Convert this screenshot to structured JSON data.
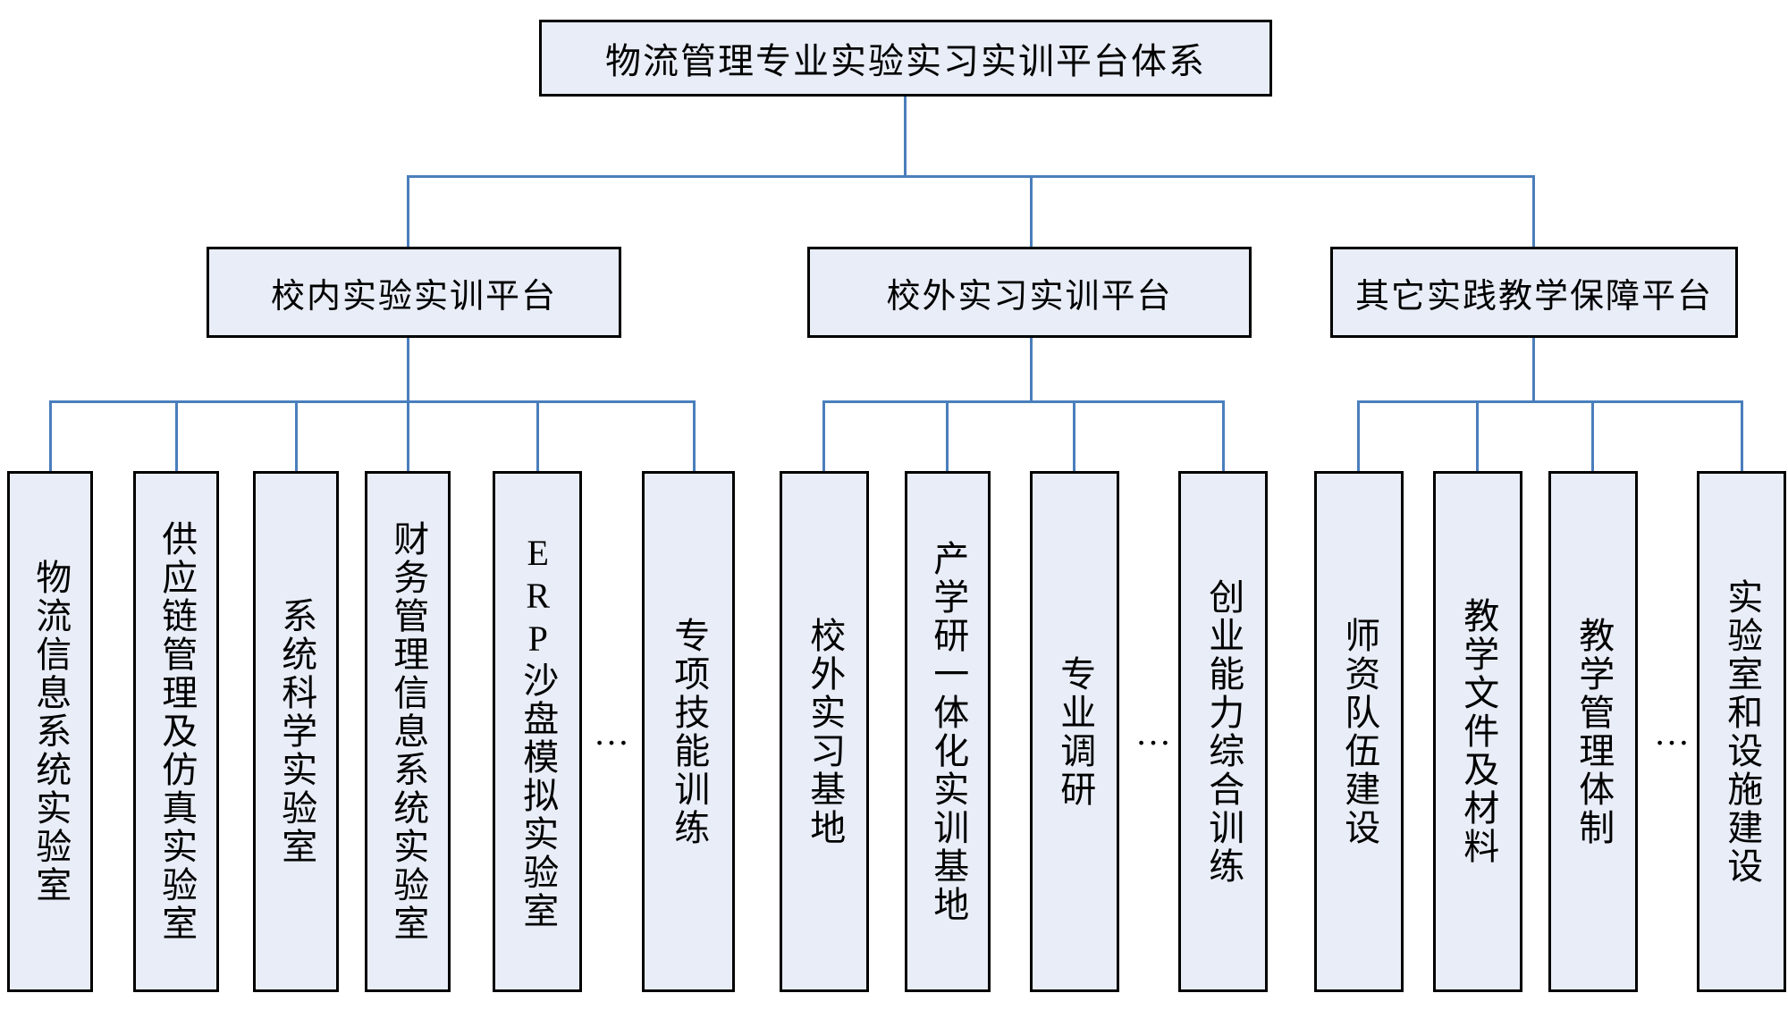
{
  "diagram": {
    "type": "organizational-tree",
    "root": {
      "label": "物流管理专业实验实习实训平台体系"
    },
    "branches": [
      {
        "label": "校内实验实训平台"
      },
      {
        "label": "校外实习实训平台"
      },
      {
        "label": "其它实践教学保障平台"
      }
    ],
    "group1": {
      "leaves": [
        {
          "label": "物流信息系统实验室"
        },
        {
          "label": "供应链管理及仿真实验室"
        },
        {
          "label": "系统科学实验室"
        },
        {
          "label": "财务管理信息系统实验室"
        },
        {
          "label": "ERP沙盘模拟实验室"
        },
        {
          "label": "专项技能训练"
        }
      ],
      "ellipsis": "…"
    },
    "group2": {
      "leaves": [
        {
          "label": "校外实习基地"
        },
        {
          "label": "产学研一体化实训基地"
        },
        {
          "label": "专业调研"
        },
        {
          "label": "创业能力综合训练"
        }
      ],
      "ellipsis": "…"
    },
    "group3": {
      "leaves": [
        {
          "label": "师资队伍建设"
        },
        {
          "label": "教学文件及材料"
        },
        {
          "label": "教学管理体制"
        },
        {
          "label": "实验室和设施建设"
        }
      ],
      "ellipsis": "…"
    },
    "colors": {
      "box_fill": "#e8edf7",
      "box_border": "#000000",
      "connector": "#4a7ebc",
      "background": "#ffffff"
    }
  }
}
